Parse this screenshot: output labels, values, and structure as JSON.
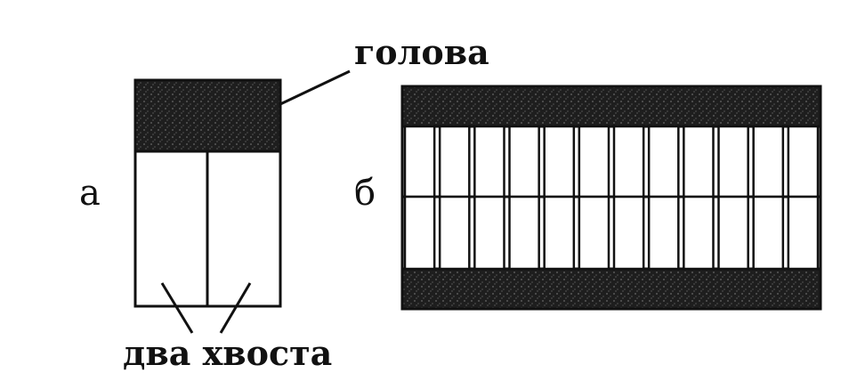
{
  "labels": {
    "head": "голова",
    "tails": "два хвоста",
    "panel_a": "а",
    "panel_b": "б"
  },
  "panel_b_columns": 12,
  "colors": {
    "ink": "#111111",
    "head_fill": "#2a2a2a",
    "background": "#ffffff"
  }
}
